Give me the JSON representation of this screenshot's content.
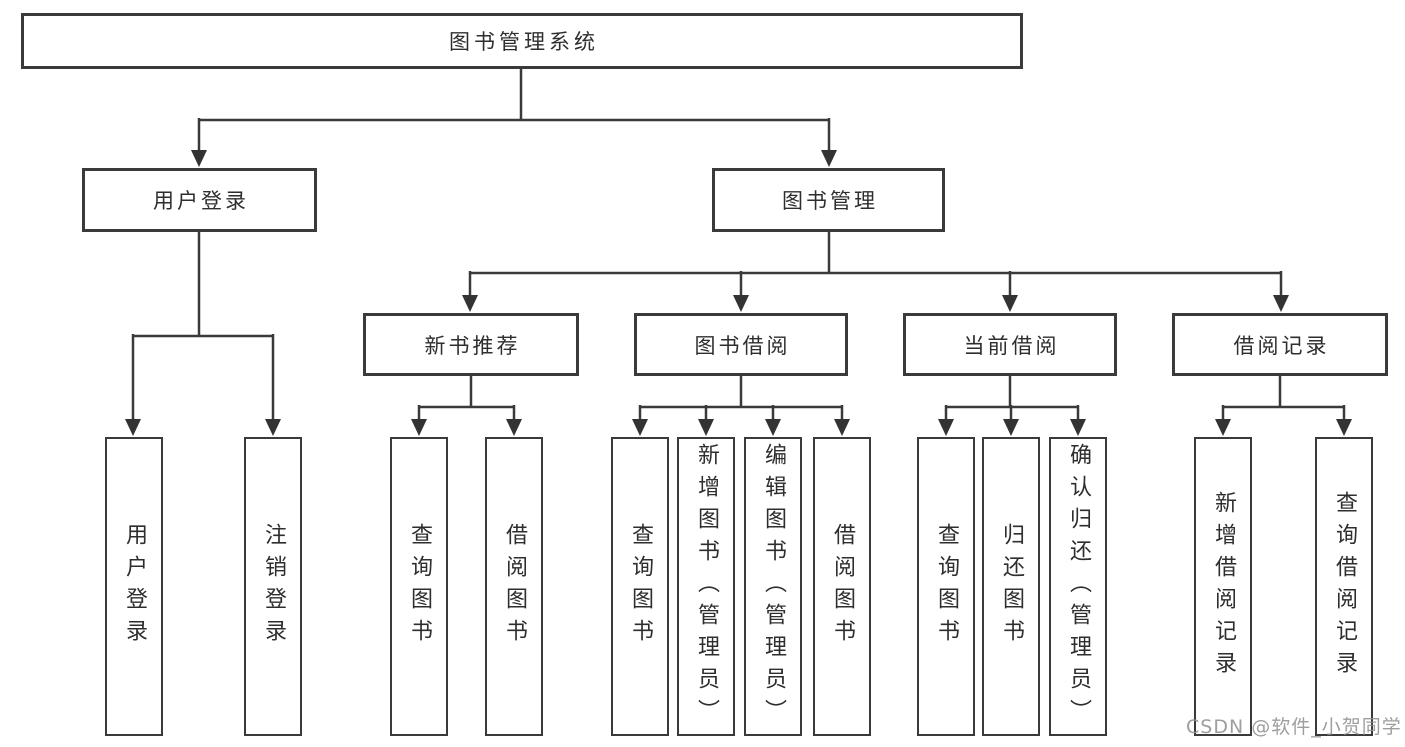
{
  "diagram": {
    "root": {
      "label": "图书管理系统"
    },
    "branches": {
      "user_login": {
        "label": "用户登录",
        "children": [
          "用户登录",
          "注销登录"
        ]
      },
      "book_mgmt": {
        "label": "图书管理",
        "sections": {
          "new_books": {
            "label": "新书推荐",
            "children": [
              "查询图书",
              "借阅图书"
            ]
          },
          "book_borrow": {
            "label": "图书借阅",
            "children": [
              "查询图书",
              "新增图书（管理员）",
              "编辑图书（管理员）",
              "借阅图书"
            ]
          },
          "current_borrow": {
            "label": "当前借阅",
            "children": [
              "查询图书",
              "归还图书",
              "确认归还（管理员）"
            ]
          },
          "borrow_records": {
            "label": "借阅记录",
            "children": [
              "新增借阅记录",
              "查询借阅记录"
            ]
          }
        }
      }
    },
    "colors": {
      "line": "#3a3a3a",
      "box_border": "#3a3a3a",
      "text": "#2e2e2e",
      "background": "#ffffff",
      "watermark": "#919191"
    }
  },
  "watermark": {
    "text": "CSDN @软件_小贺同学"
  }
}
